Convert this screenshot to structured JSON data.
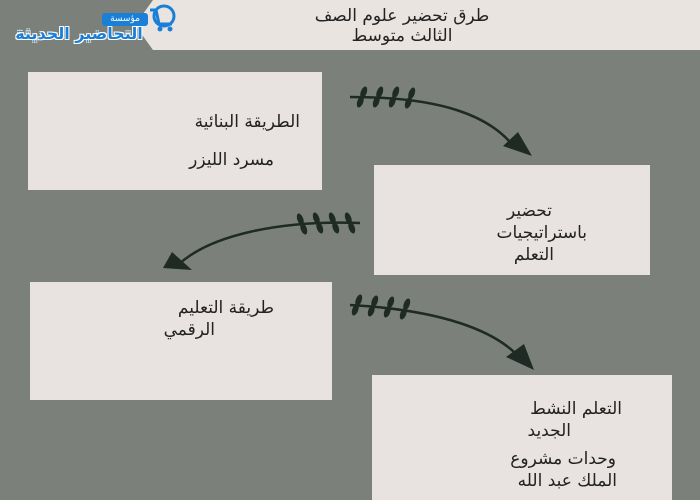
{
  "header": {
    "title_line1": "طرق تحضير علوم الصف",
    "title_line2": "الثالث متوسط"
  },
  "logo": {
    "badge": "مؤسسة",
    "name": "التحاضير الحديثة",
    "icon": "cart-icon"
  },
  "boxes": [
    {
      "lines": [
        "الطريقة البنائية",
        "مسرد الليزر"
      ]
    },
    {
      "lines": [
        "تحضير",
        "باستراتيجيات",
        "التعلم"
      ]
    },
    {
      "lines": [
        "طريقة التعليم",
        "الرقمي"
      ]
    },
    {
      "lines": [
        "التعلم النشط",
        "الجديد",
        "وحدات مشروع",
        "الملك عبد الله"
      ]
    }
  ],
  "colors": {
    "background": "#7b807a",
    "box": "#e8e3e0",
    "arrow": "#1f2a24",
    "logo": "#1a7fd6"
  },
  "decorations": [
    "leaf-sprig-icon",
    "arrow-head-icon"
  ]
}
